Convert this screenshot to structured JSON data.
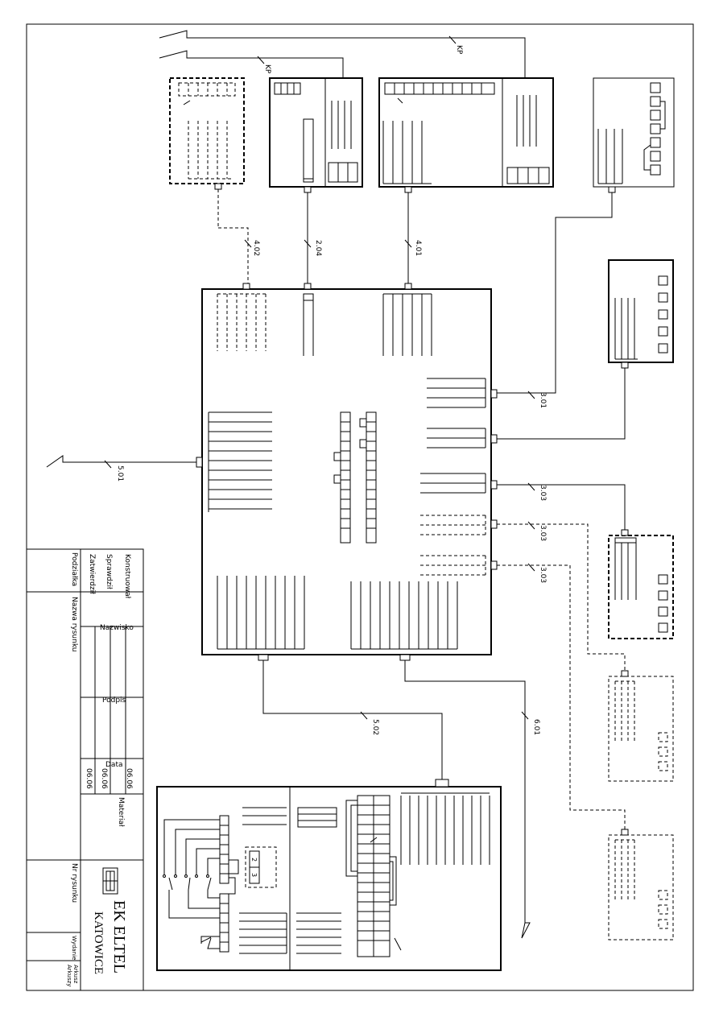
{
  "title_block": {
    "konstruowal": "Konstruował",
    "sprawdzil": "Sprawdził",
    "zatwierdzil": "Zatwierdził",
    "podzialka": "Podziałka",
    "nazwa_rysunku": "Nazwa rysunku",
    "nazwisko": "Nazwisko",
    "podpis": "Podpis",
    "data": "Data",
    "dates": [
      "06.06",
      "06.06",
      "06.06"
    ],
    "material": "Materiał",
    "nr_rysunku": "Nr rysunku",
    "wydanie": "Wydanie",
    "arkusz": "Arkusz",
    "arkuszy": "Arkuszy",
    "company_logo_text": "EK ELTEL",
    "company_city": "KATOWICE"
  },
  "cables": {
    "c402": "4.02",
    "c204": "2.04",
    "c401": "4.01",
    "c301": "3.01",
    "c303a": "3.03",
    "c303b": "3.03",
    "c303c": "3.03",
    "c501": "5.01",
    "c502": "5.02",
    "c601": "6.01",
    "kp1": "KP",
    "kp2": "KP"
  },
  "cabinet_inner": {
    "box2": "2",
    "box3": "3"
  },
  "colors": {
    "line": "#000000",
    "background": "#ffffff"
  }
}
